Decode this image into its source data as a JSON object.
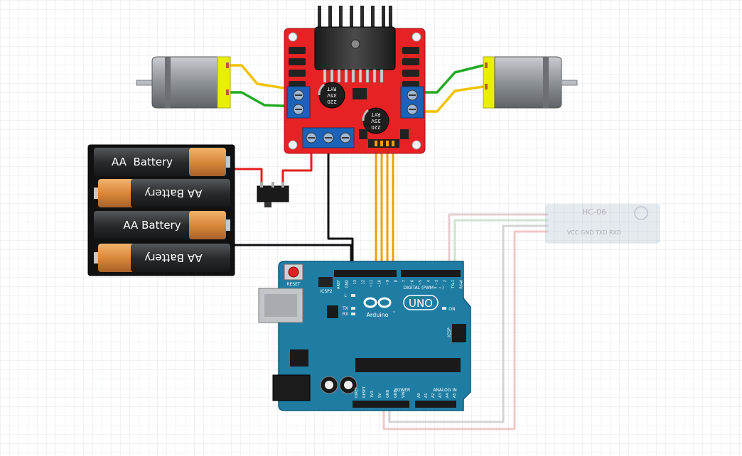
{
  "battery_pack": {
    "cells": [
      {
        "label": "AA  Battery"
      },
      {
        "label": "AA Battery"
      },
      {
        "label": "AA Battery"
      },
      {
        "label": "AA Battery"
      }
    ]
  },
  "l298n": {
    "capacitor_1": {
      "line1": "220",
      "line2": "35V",
      "line3": "RYT"
    },
    "capacitor_2": {
      "line1": "220",
      "line2": "35V",
      "line3": "RYT"
    }
  },
  "arduino": {
    "logo": "Arduino",
    "logo_tm": "™",
    "model": "UNO",
    "reset": "RESET",
    "icsp2": "ICSP2",
    "icsp": "ICSP",
    "led_l": "L",
    "led_tx": "TX",
    "led_rx": "RX",
    "led_on": "ON",
    "digital_label": "DIGITAL (PWM= ~)",
    "power_label": "POWER",
    "analog_label": "ANALOG IN",
    "top_pins": [
      "AREF",
      "GND",
      "13",
      "12",
      "~11",
      "~10",
      "~9",
      "8",
      "7",
      "~6",
      "~5",
      "4",
      "~3",
      "2",
      "TX▸1",
      "RX◂0"
    ],
    "power_pins": [
      "IOREF",
      "RESET",
      "3V3",
      "5V",
      "GND",
      "GND",
      "VIN"
    ],
    "analog_pins": [
      "A0",
      "A1",
      "A2",
      "A3",
      "A4",
      "A5"
    ]
  },
  "bluetooth": {
    "line1": "HC-06",
    "line2": "VCC  GND  TXD  RXD"
  },
  "colors": {
    "grid": "#dfe3ea",
    "arduino": "#1f7da3",
    "l298n": "#e62224",
    "terminal": "#1a63b8",
    "motor_body": "#9aa0a6",
    "motor_cap": "#e8f000",
    "wire_red": "#e0201c",
    "wire_black": "#111111",
    "wire_yellow": "#f2c200",
    "wire_green": "#22aa22",
    "wire_orange": "#f0a000",
    "battery_tip": "#d9893a"
  }
}
